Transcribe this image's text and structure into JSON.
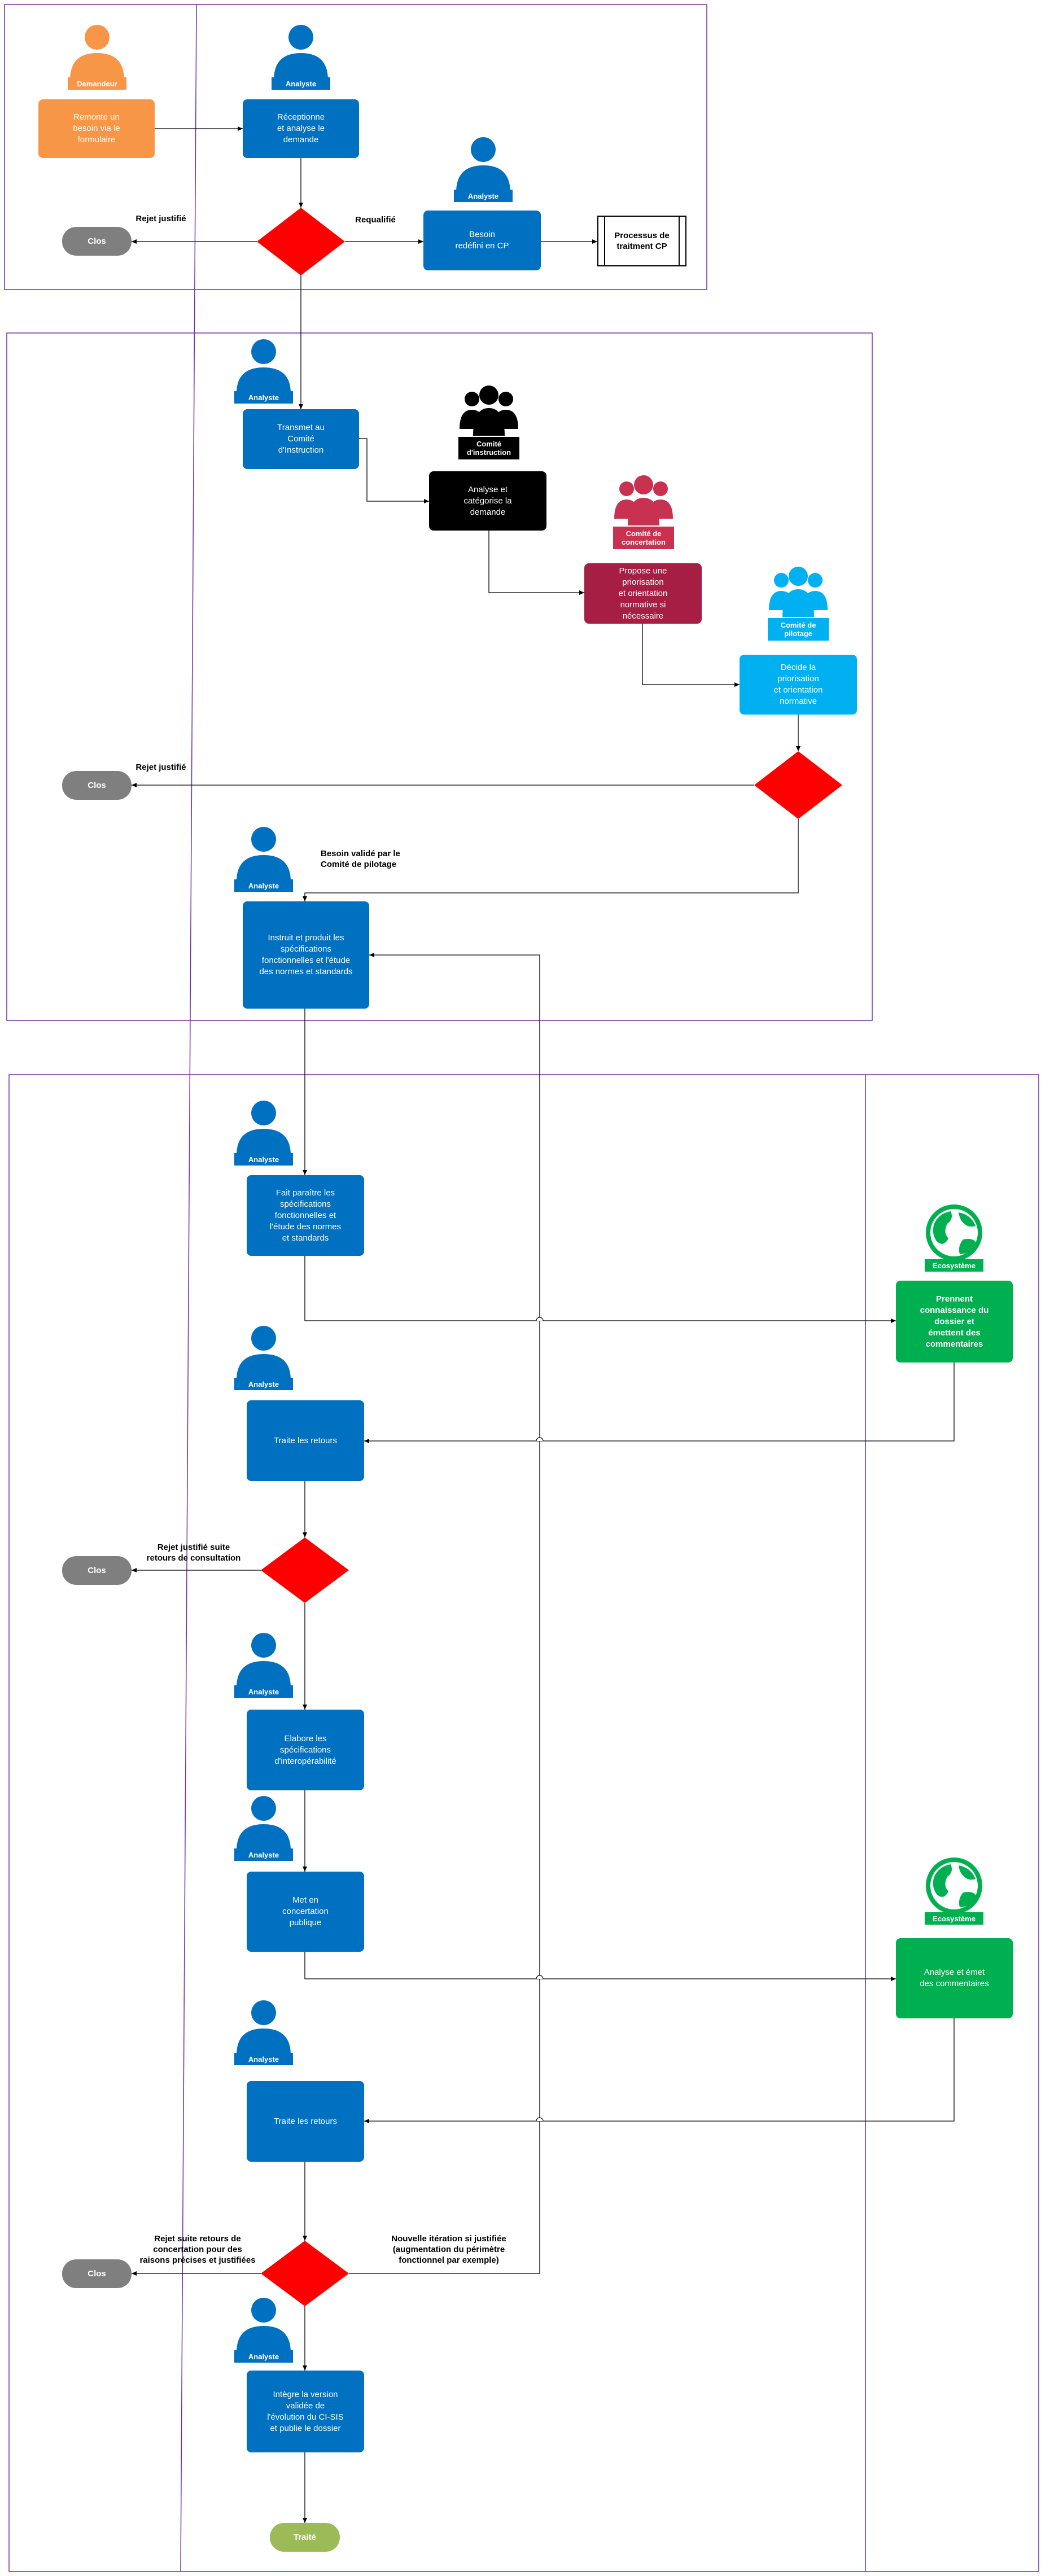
{
  "colors": {
    "actor_blue": "#0070c0",
    "requester_orange": "#f79646",
    "instruction_black": "#000000",
    "concertation_crimson": "#a61e43",
    "pilotage_cyan": "#00b0f0",
    "ecosystem_green": "#00b050",
    "closed_grey": "#7f7f7f",
    "done_green": "#9bbb59",
    "decision_red": "#ff0000",
    "swimlane_purple": "#7030a0"
  },
  "actors": {
    "demandeur": "Demandeur",
    "analyste": "Analyste",
    "comite_instruction": "Comité\nd'instruction",
    "comite_concertation": "Comité de\nconcertation",
    "comite_pilotage": "Comité de\npilotage",
    "ecosysteme": "Ecosystème"
  },
  "steps": {
    "remonte": "Remonte un\nbesoin via le\nformulaire",
    "receptionne": "Réceptionne\net analyse le\ndemande",
    "besoin_redefini": "Besoin\nredéfini en CP",
    "processus_cp": "Processus de\ntraitment CP",
    "transmet": "Transmet au\nComité\nd'Instruction",
    "analyse_categorise": "Analyse et\ncatégorise la\ndemande",
    "propose": "Propose une\npriorisation\net orientation\nnormative si\nnécessaire",
    "decide": "Décide la\npriorisation\net orientation\nnormative",
    "instruit": "Instruit et produit les\nspécifications\nfonctionnelles et l'étude\ndes normes et standards",
    "fait_paraitre": "Fait paraître les\nspécifications\nfonctionnelles et\nl'étude des normes\net standards",
    "prennent": "Prennent\nconnaissance du\ndossier et\némettent des\ncommentaires",
    "traite_retours_1": "Traite les retours",
    "elabore": "Elabore les\nspécifications\nd'interopérabilité",
    "met_en_concertation": "Met en\nconcertation\npublique",
    "analyse_emet": "Analyse et émet\ndes commentaires",
    "traite_retours_2": "Traite les retours",
    "integre": "Intègre la version\nvalidée de\nl'évolution du CI-SIS\net publie le dossier"
  },
  "terminals": {
    "clos": "Clos",
    "traite": "Traité"
  },
  "edge_labels": {
    "rejet_justifie": "Rejet justifié",
    "requalifie": "Requalifié",
    "besoin_valide": "Besoin validé par le\nComité de pilotage",
    "rejet_consultation": "Rejet justifié suite\nretours de consultation",
    "rejet_concertation": "Rejet suite retours de\nconcertation pour des\nraisons précises et justifiées",
    "nouvelle_iteration": "Nouvelle itération si justifiée\n(augmentation du périmètre\nfonctionnel par exemple)"
  }
}
